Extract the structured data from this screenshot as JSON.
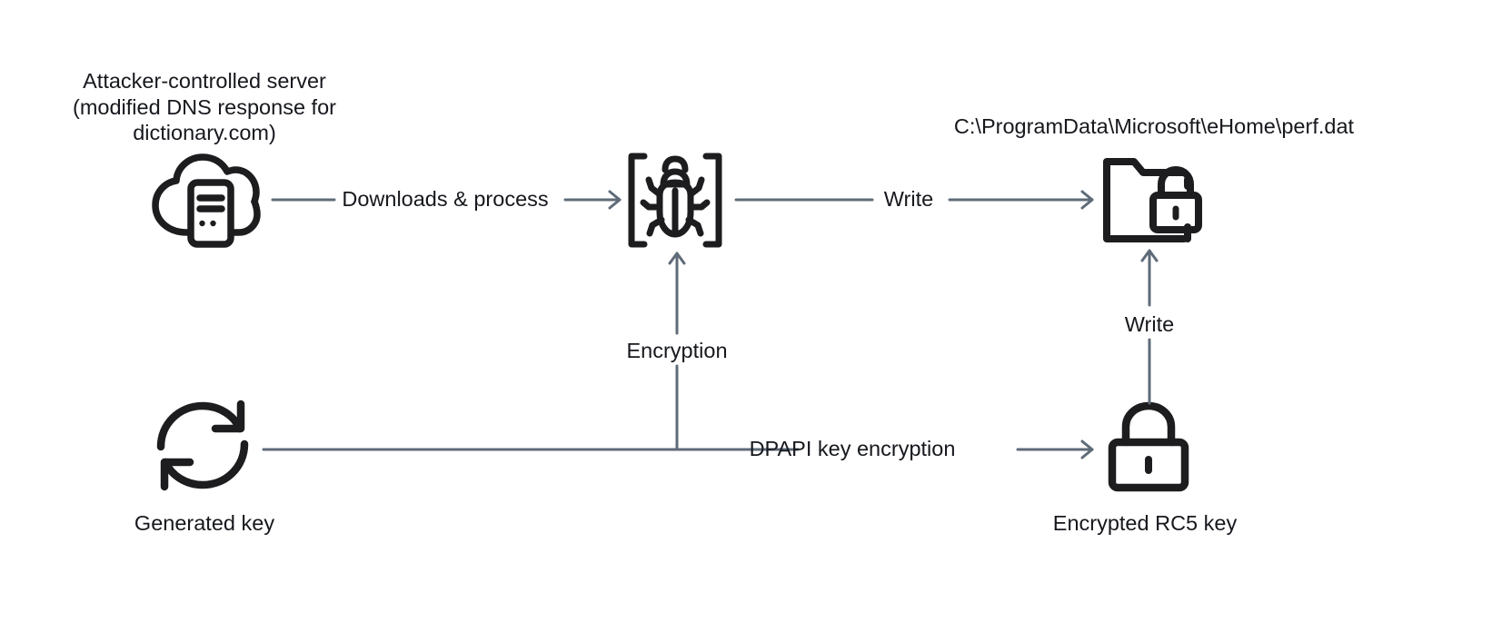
{
  "diagram": {
    "title": "Malware infection and key encryption flow",
    "background_color": "#ffffff",
    "icon_color": "#1d1d1f",
    "edge_color": "#5f6b78",
    "text_color": "#16181d",
    "nodes": [
      {
        "id": "attacker-server",
        "icon": "cloud-server-icon",
        "caption": "Attacker-controlled server\n(modified DNS response for\ndictionary.com)",
        "caption_position": "top"
      },
      {
        "id": "malware",
        "icon": "bug-in-brackets-icon",
        "caption": "",
        "caption_position": "none"
      },
      {
        "id": "perf-dat-file",
        "icon": "folder-lock-icon",
        "caption": "C:\\ProgramData\\Microsoft\\eHome\\perf.dat",
        "caption_position": "top"
      },
      {
        "id": "generated-key",
        "icon": "refresh-key-icon",
        "caption": "Generated key",
        "caption_position": "bottom"
      },
      {
        "id": "encrypted-rc5-key",
        "icon": "padlock-icon",
        "caption": "Encrypted RC5 key",
        "caption_position": "bottom"
      }
    ],
    "edges": [
      {
        "id": "edge-downloads",
        "from": "attacker-server",
        "to": "malware",
        "label": "Downloads & process",
        "direction": "right"
      },
      {
        "id": "edge-write-file",
        "from": "malware",
        "to": "perf-dat-file",
        "label": "Write",
        "direction": "right"
      },
      {
        "id": "edge-encryption",
        "from": "generated-key",
        "to": "malware",
        "label": "Encryption",
        "direction": "up"
      },
      {
        "id": "edge-dpapi",
        "from": "generated-key",
        "to": "encrypted-rc5-key",
        "label": "DPAPI key encryption",
        "direction": "right"
      },
      {
        "id": "edge-write-key",
        "from": "encrypted-rc5-key",
        "to": "perf-dat-file",
        "label": "Write",
        "direction": "up"
      }
    ]
  }
}
